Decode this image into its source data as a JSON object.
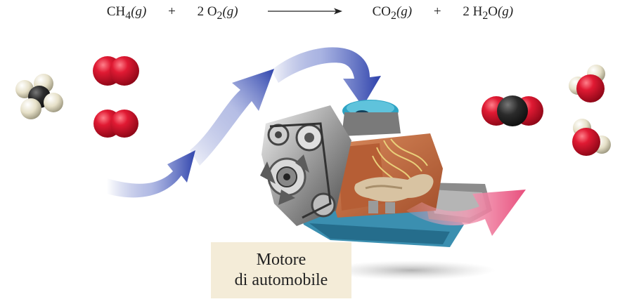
{
  "equation": {
    "reactant1_formula": "CH",
    "reactant1_sub": "4",
    "reactant1_state": "(g)",
    "plus1": "+",
    "reactant2_coef": "2 O",
    "reactant2_sub": "2",
    "reactant2_state": "(g)",
    "product1_formula": "CO",
    "product1_sub": "2",
    "product1_state": "(g)",
    "plus2": "+",
    "product2_coef": "2 H",
    "product2_sub": "2",
    "product2_formula_tail": "O",
    "product2_state": "(g)"
  },
  "label": {
    "line1": "Motore",
    "line2": "di automobile"
  },
  "colors": {
    "oxygen": "#d6132b",
    "carbon": "#2b2b2b",
    "hydrogen": "#ece8d6",
    "arrow_in": "#3a4fb4",
    "arrow_out": "#ea5f87",
    "engine_block": "#c56a3d",
    "engine_head": "#2ea3c3",
    "label_bg": "#f4ecd8"
  },
  "icons": [
    "methane-molecule-icon",
    "oxygen-molecule-icon",
    "carbon-dioxide-molecule-icon",
    "water-molecule-icon",
    "engine-illustration"
  ]
}
